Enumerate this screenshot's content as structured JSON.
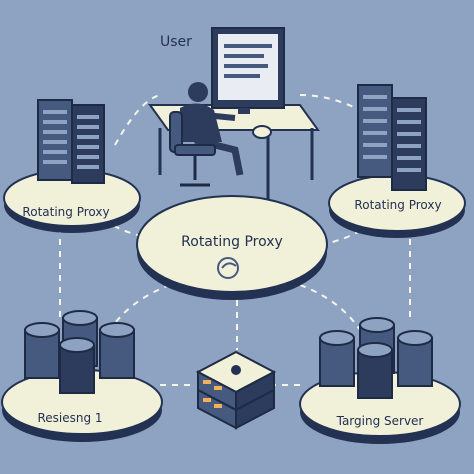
{
  "labels": {
    "user": "User",
    "proxy_left": "Rotating Proxy",
    "proxy_right": "Rotating Proxy",
    "proxy_center": "Rotating Proxy",
    "database_left": "Resiesng 1",
    "target_server": "Targing Server"
  },
  "colors": {
    "background": "#8ea3c2",
    "platform": "#f1f0d9",
    "platform_edge": "#233252",
    "server_body": "#46597f",
    "server_face": "#2d3b5c",
    "accent_orange": "#f0b15a",
    "connector": "#f5f5ec"
  }
}
